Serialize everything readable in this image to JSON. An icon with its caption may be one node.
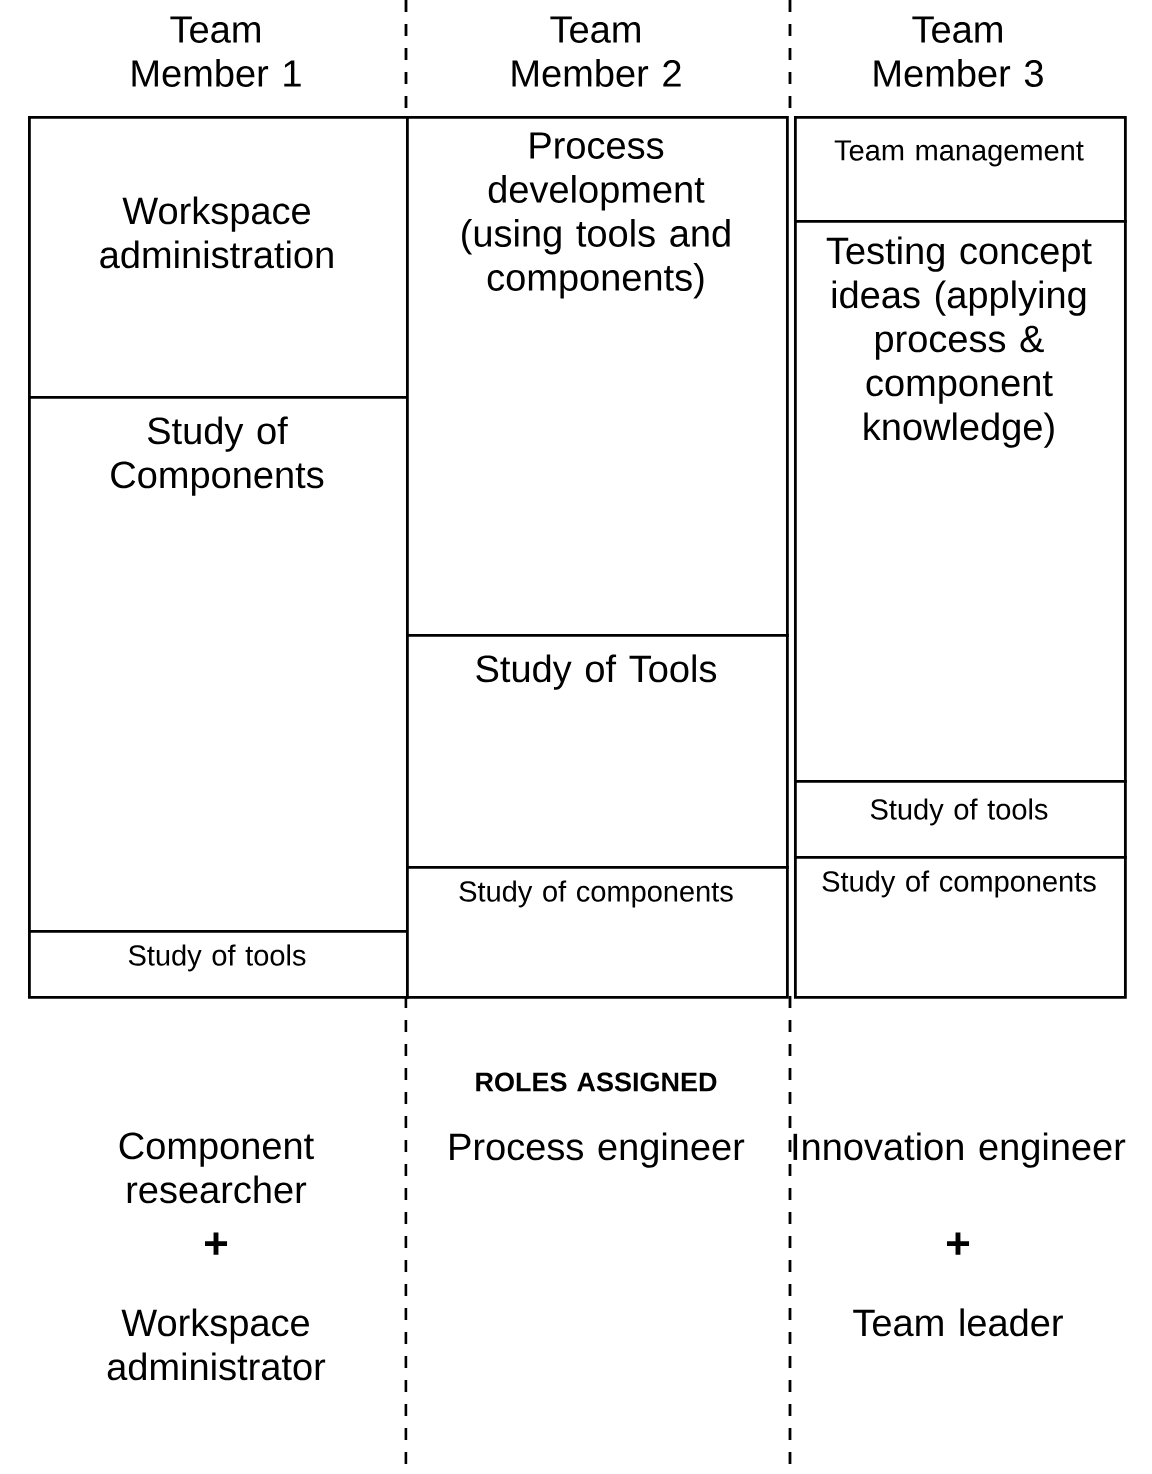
{
  "diagram": {
    "nodes": [
      {
        "text": [
          "Workspace administration"
        ]
      },
      {
        "text": [
          "Study of Components"
        ]
      },
      {
        "text": [
          "Study of tools"
        ]
      },
      {
        "text": [
          "Process development (using tools and components)"
        ]
      },
      {
        "text": [
          "Study of Tools"
        ]
      },
      {
        "text": [
          "Study of components"
        ]
      },
      {
        "text": [
          "Team management"
        ]
      },
      {
        "text": [
          "Testing concept ideas (applying process & component knowledge)"
        ]
      },
      {
        "text": [
          "Study of tools"
        ]
      },
      {
        "text": [
          "Study of components"
        ]
      }
    ],
    "edges": [],
    "labels": [
      "Team Member 1",
      "Team Member 2",
      "Team Member 3",
      "ROLES ASSIGNED",
      "Component researcher",
      "Process engineer",
      "Innovation engineer",
      "+",
      "+",
      "Workspace administrator",
      "Team leader"
    ]
  }
}
